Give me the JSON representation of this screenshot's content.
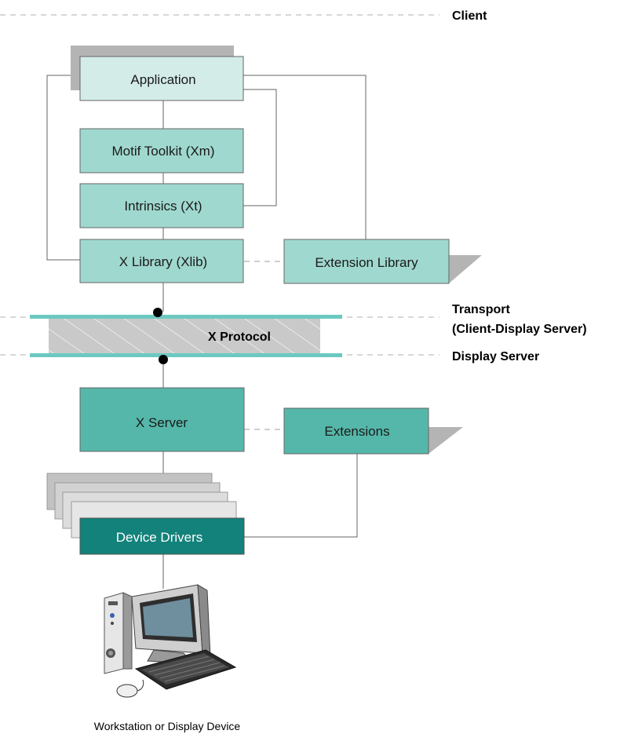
{
  "layers": {
    "client": "Client",
    "transport_line1": "Transport",
    "transport_line2": "(Client-Display Server)",
    "display_server": "Display Server"
  },
  "boxes": {
    "application": "Application",
    "motif_toolkit": "Motif Toolkit (Xm)",
    "intrinsics": "Intrinsics (Xt)",
    "x_library": "X Library (Xlib)",
    "extension_library": "Extension Library",
    "x_protocol": "X Protocol",
    "x_server": "X Server",
    "extensions": "Extensions",
    "device_drivers": "Device Drivers"
  },
  "caption": "Workstation or Display Device",
  "colors": {
    "client_box_light": "#d3ece8",
    "client_box": "#9fd8cf",
    "server_box": "#55b7a9",
    "driver_box": "#12827a",
    "transport_band": "#6cc9c1",
    "shadow": "#b4b4b4",
    "line": "#666666",
    "dashed": "#b0b0b0"
  }
}
